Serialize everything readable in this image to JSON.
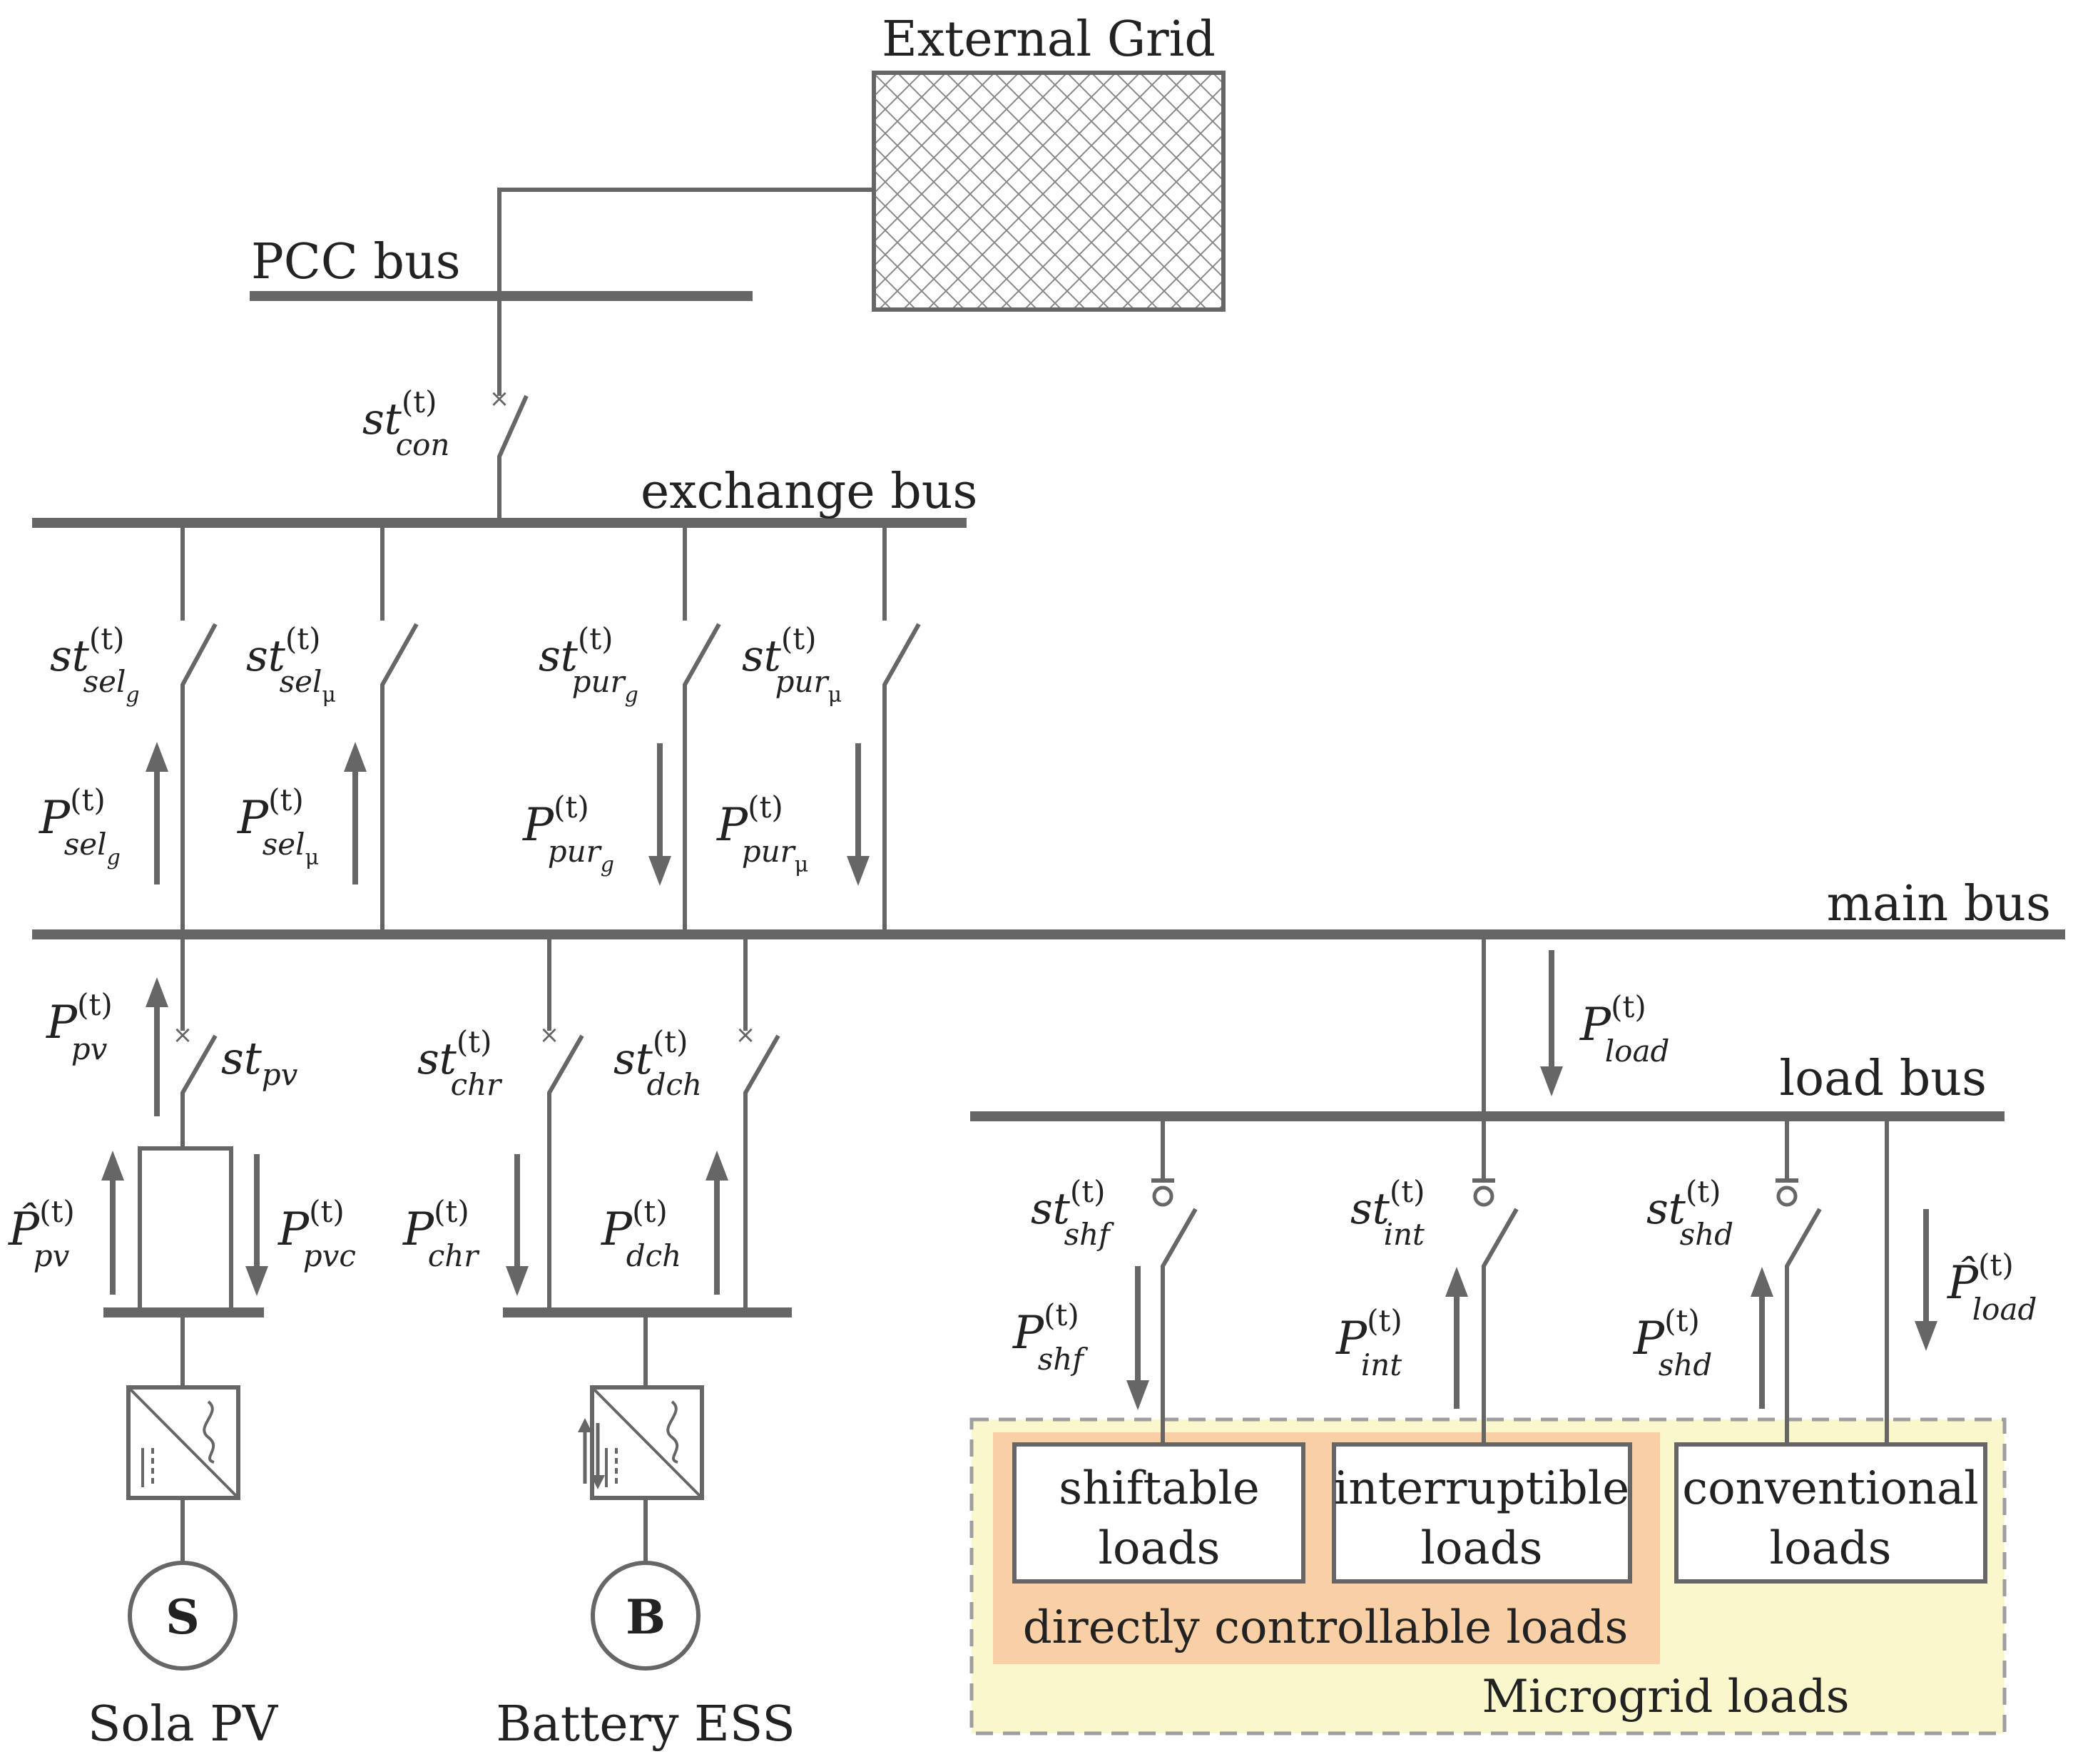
{
  "titles": {
    "external_grid": "External Grid",
    "pcc_bus": "PCC bus",
    "exchange_bus": "exchange bus",
    "main_bus": "main bus",
    "load_bus": "load bus",
    "solar": "Sola PV",
    "battery": "Battery ESS",
    "directly_controllable": "directly controllable loads",
    "microgrid_loads": "Microgrid loads"
  },
  "source_symbols": {
    "solar": "S",
    "battery": "B"
  },
  "load_boxes": {
    "shiftable": {
      "line1": "shiftable",
      "line2": "loads"
    },
    "interruptible": {
      "line1": "interruptible",
      "line2": "loads"
    },
    "conventional": {
      "line1": "conventional",
      "line2": "loads"
    }
  },
  "math_labels": {
    "st_con": {
      "base": "st",
      "sup": "(t)",
      "sub": "con"
    },
    "st_sel_g": {
      "base": "st",
      "sup": "(t)",
      "sub": "sel",
      "subsub": "g"
    },
    "st_sel_mu": {
      "base": "st",
      "sup": "(t)",
      "sub": "sel",
      "subsub": "μ"
    },
    "st_pur_g": {
      "base": "st",
      "sup": "(t)",
      "sub": "pur",
      "subsub": "g"
    },
    "st_pur_mu": {
      "base": "st",
      "sup": "(t)",
      "sub": "pur",
      "subsub": "μ"
    },
    "P_sel_g": {
      "base": "P",
      "sup": "(t)",
      "sub": "sel",
      "subsub": "g"
    },
    "P_sel_mu": {
      "base": "P",
      "sup": "(t)",
      "sub": "sel",
      "subsub": "μ"
    },
    "P_pur_g": {
      "base": "P",
      "sup": "(t)",
      "sub": "pur",
      "subsub": "g"
    },
    "P_pur_mu": {
      "base": "P",
      "sup": "(t)",
      "sub": "pur",
      "subsub": "μ"
    },
    "P_pv": {
      "base": "P",
      "sup": "(t)",
      "sub": "pv"
    },
    "st_pv": {
      "base": "st",
      "sub": "pv"
    },
    "P_hat_pv": {
      "base": "P̂",
      "sup": "(t)",
      "sub": "pv"
    },
    "P_pvc": {
      "base": "P",
      "sup": "(t)",
      "sub": "pvc"
    },
    "st_chr": {
      "base": "st",
      "sup": "(t)",
      "sub": "chr"
    },
    "st_dch": {
      "base": "st",
      "sup": "(t)",
      "sub": "dch"
    },
    "P_chr": {
      "base": "P",
      "sup": "(t)",
      "sub": "chr"
    },
    "P_dch": {
      "base": "P",
      "sup": "(t)",
      "sub": "dch"
    },
    "P_load": {
      "base": "P",
      "sup": "(t)",
      "sub": "load"
    },
    "st_shf": {
      "base": "st",
      "sup": "(t)",
      "sub": "shf"
    },
    "st_int": {
      "base": "st",
      "sup": "(t)",
      "sub": "int"
    },
    "st_shd": {
      "base": "st",
      "sup": "(t)",
      "sub": "shd"
    },
    "P_shf": {
      "base": "P",
      "sup": "(t)",
      "sub": "shf"
    },
    "P_int": {
      "base": "P",
      "sup": "(t)",
      "sub": "int"
    },
    "P_shd": {
      "base": "P",
      "sup": "(t)",
      "sub": "shd"
    },
    "P_hat_load": {
      "base": "P̂",
      "sup": "(t)",
      "sub": "load"
    }
  },
  "colors": {
    "line": "#666666",
    "dcl_fill": "#f9cfa6",
    "mgl_fill": "#fbf7cd",
    "mgl_border": "#9e9e9e"
  }
}
